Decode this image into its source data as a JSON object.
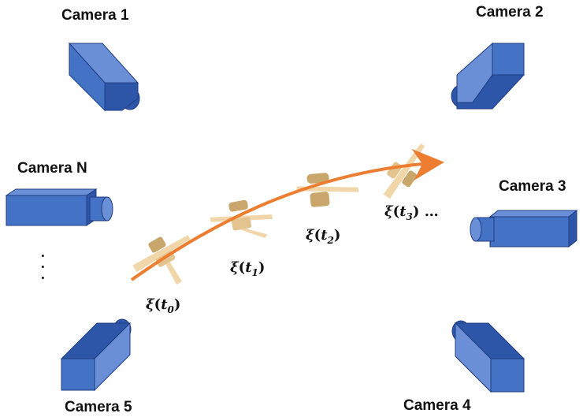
{
  "cameras": [
    {
      "id": "cam1",
      "label": "Camera 1"
    },
    {
      "id": "cam2",
      "label": "Camera 2"
    },
    {
      "id": "camN",
      "label": "Camera N"
    },
    {
      "id": "cam3",
      "label": "Camera 3"
    },
    {
      "id": "cam5",
      "label": "Camera 5"
    },
    {
      "id": "cam4",
      "label": "Camera 4"
    }
  ],
  "ellipsis_vertical": ". . .",
  "poses": [
    {
      "symbol": "ξ",
      "sub": "0",
      "suffix": ""
    },
    {
      "symbol": "ξ",
      "sub": "1",
      "suffix": ""
    },
    {
      "symbol": "ξ",
      "sub": "2",
      "suffix": ""
    },
    {
      "symbol": "ξ",
      "sub": "3",
      "suffix": " …"
    }
  ],
  "colors": {
    "camera_front": "#4472c4",
    "camera_top": "#6a8fd6",
    "camera_side": "#2e56a8",
    "camera_stroke": "#1f3e82",
    "trajectory": "#ed7d31",
    "object_light": "#f0d6a8",
    "object_dark": "#c9a66b"
  }
}
